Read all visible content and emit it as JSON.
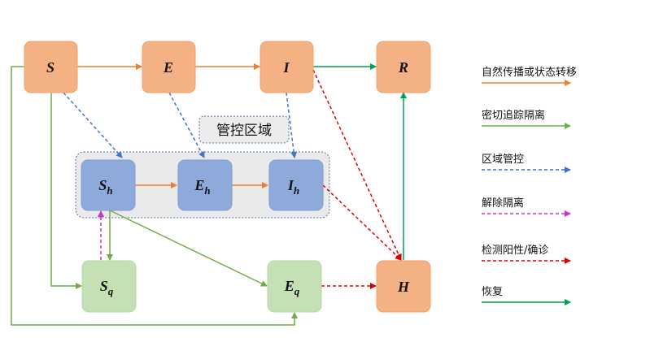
{
  "colors": {
    "orange_node": "#f4b183",
    "orange_border": "#f0a06b",
    "blue_node": "#8eaadb",
    "blue_border": "#7f9ed4",
    "green_node": "#c5e0b4",
    "green_border": "#b8d8a6",
    "region_fill": "#eaeaea",
    "region_border": "#4a6fa5",
    "natural": "#ed7d31",
    "trace": "#70ad47",
    "control": "#4472c4",
    "release": "#cc33cc",
    "positive": "#e00000",
    "recover": "#00a050"
  },
  "region": {
    "title": "管控区域"
  },
  "nodes": {
    "S": {
      "base": "S",
      "sub": ""
    },
    "E": {
      "base": "E",
      "sub": ""
    },
    "I": {
      "base": "I",
      "sub": ""
    },
    "R": {
      "base": "R",
      "sub": ""
    },
    "Sh": {
      "base": "S",
      "sub": "h"
    },
    "Eh": {
      "base": "E",
      "sub": "h"
    },
    "Ih": {
      "base": "I",
      "sub": "h"
    },
    "Sq": {
      "base": "S",
      "sub": "q"
    },
    "Eq": {
      "base": "E",
      "sub": "q"
    },
    "H": {
      "base": "H",
      "sub": ""
    }
  },
  "legend": [
    {
      "label": "自然传播或状态转移",
      "type": "natural"
    },
    {
      "label": "密切追踪隔离",
      "type": "trace"
    },
    {
      "label": "区域管控",
      "type": "control"
    },
    {
      "label": "解除隔离",
      "type": "release"
    },
    {
      "label": "检测阳性/确诊",
      "type": "positive"
    },
    {
      "label": "恢复",
      "type": "recover"
    }
  ]
}
